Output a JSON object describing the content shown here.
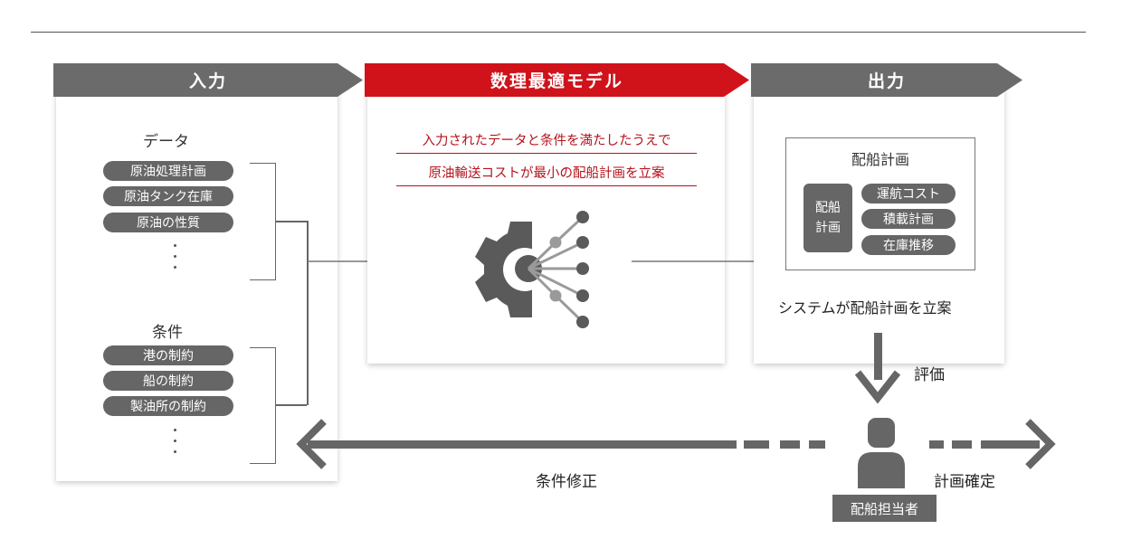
{
  "input": {
    "header": "入力",
    "data_label": "データ",
    "data_items": [
      "原油処理計画",
      "原油タンク在庫",
      "原油の性質"
    ],
    "conditions_label": "条件",
    "condition_items": [
      "港の制約",
      "船の制約",
      "製油所の制約"
    ]
  },
  "model": {
    "header": "数理最適モデル",
    "line1": "入力されたデータと条件を満たしたうえで",
    "line2": "原油輸送コストが最小の配船計画を立案"
  },
  "output": {
    "header": "出力",
    "box_title": "配船計画",
    "square_label": "配船\n計画",
    "items": [
      "運航コスト",
      "積載計画",
      "在庫推移"
    ],
    "caption": "システムが配船計画を立案"
  },
  "flow": {
    "evaluate": "評価",
    "condition_fix": "条件修正",
    "plan_confirm": "計画確定",
    "person": "配船担当者"
  },
  "colors": {
    "accent_red": "#d0121b",
    "header_grey": "#6b6b6b",
    "pill_grey": "#666666",
    "icon_grey": "#5a5a5a",
    "node_grey": "#9a9a9a"
  }
}
